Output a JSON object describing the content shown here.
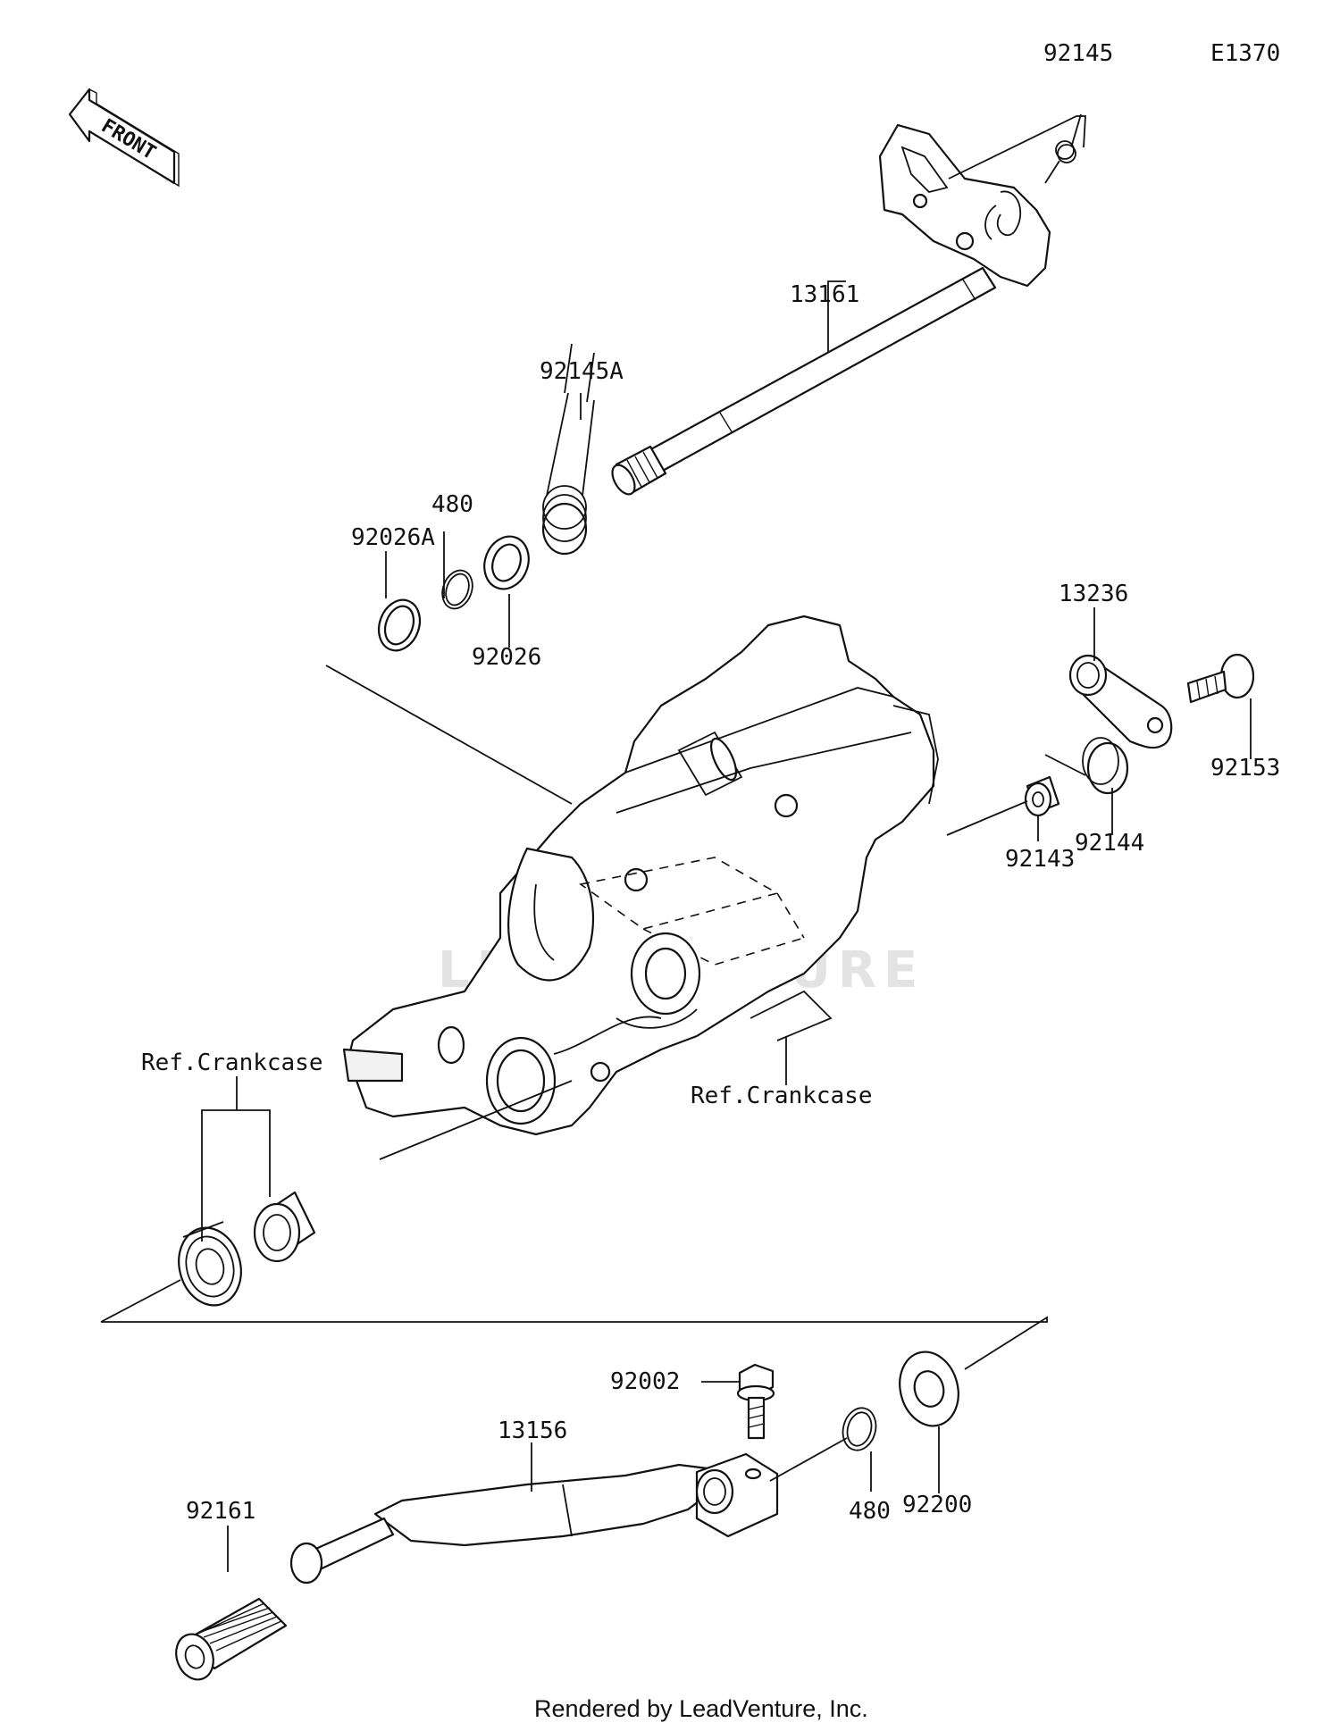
{
  "diagram_code": "E1370",
  "front_arrow": {
    "label": "FRONT"
  },
  "parts": {
    "p92145": "92145",
    "p13161": "13161",
    "p92145A": "92145A",
    "p480_top": "480",
    "p92026A": "92026A",
    "p92026": "92026",
    "p13236": "13236",
    "p92153": "92153",
    "p92144": "92144",
    "p92143": "92143",
    "p92002": "92002",
    "p13156": "13156",
    "p480_bottom": "480",
    "p92200": "92200",
    "p92161": "92161"
  },
  "references": {
    "crankcase_left": "Ref.Crankcase",
    "crankcase_right": "Ref.Crankcase"
  },
  "watermark": "LEADVENTURE",
  "footer": "Rendered by LeadVenture, Inc."
}
